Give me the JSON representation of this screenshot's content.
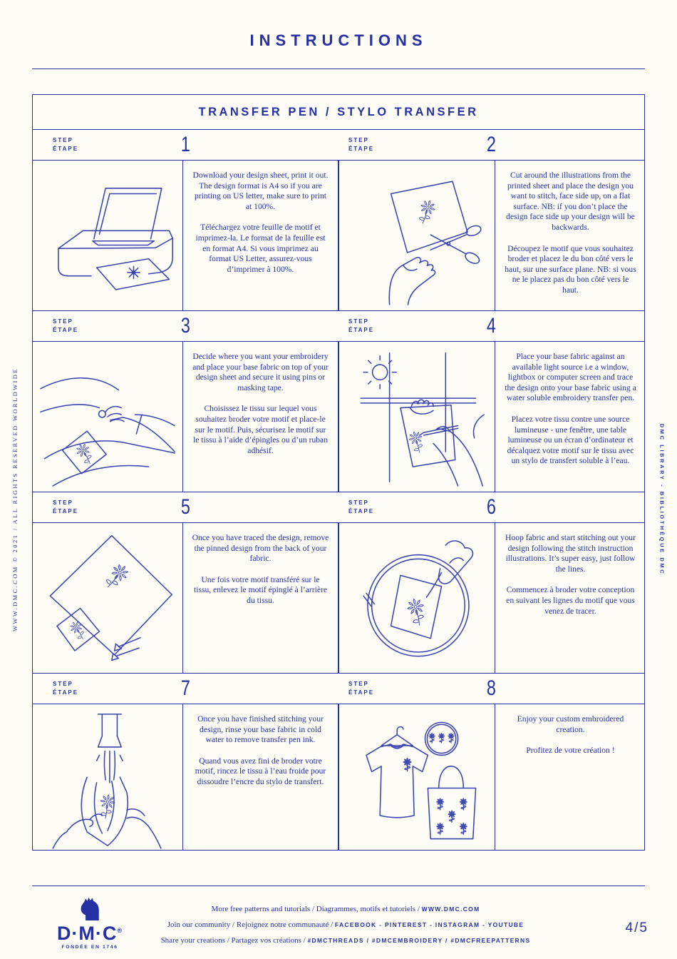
{
  "page": {
    "title": "INSTRUCTIONS",
    "ink_color": "#2630a2",
    "illustration_stroke_color": "#3a43ae",
    "background_color": "#fdfcf7"
  },
  "sidebar_left": {
    "text": "WWW.DMC.COM © 2021 / ALL RIGHTS RESERVED WORLDWIDE"
  },
  "sidebar_right": {
    "text": "DMC LIBRARY - BIBLIOTHÈQUE DMC"
  },
  "sheet": {
    "heading": "TRANSFER PEN / STYLO TRANSFER",
    "step_label_en": "STEP",
    "step_label_fr": "ÉTAPE",
    "steps": [
      {
        "number": "1",
        "illustration": "printer-icon",
        "en": "Download your design sheet, print it out. The design format is A4 so if you are printing on US letter, make sure to print at 100%.",
        "fr": "Téléchargez votre feuille de motif et imprimez-la. Le format de la feuille est en format A4. Si vous imprimez au format US Letter, assurez-vous d’imprimer à 100%."
      },
      {
        "number": "2",
        "illustration": "scissors-cutting-icon",
        "en": "Cut around the illustrations from the printed sheet and place the design you want to stitch, face side up, on a flat surface. NB: if you don’t place the design face side up your design will be backwards.",
        "fr": "Découpez le motif que vous souhaitez broder et placez le du bon côté vers le haut, sur une surface plane. NB: si vous ne le placez pas du bon côté vers le haut."
      },
      {
        "number": "3",
        "illustration": "pinning-fabric-icon",
        "en": "Decide where you want your embroidery and place your base fabric on top of your design sheet and secure it using pins or masking tape.",
        "fr": "Choisissez le tissu sur lequel vous souhaitez broder votre motif et place-le sur le motif. Puis, sécurisez le motif sur le tissu à l’aide d’épingles ou d’un ruban adhésif."
      },
      {
        "number": "4",
        "illustration": "window-tracing-icon",
        "en": "Place your base fabric against an available light source i.e a window, lightbox or computer screen and trace the design onto your base fabric using a water soluble embroidery transfer pen.",
        "fr": "Placez votre tissu contre une source lumineuse - une fenêtre, une table lumineuse ou un écran d’ordinateur et décalquez votre motif sur le tissu avec un stylo de transfert soluble à l’eau."
      },
      {
        "number": "5",
        "illustration": "remove-pinned-design-icon",
        "en": "Once you have traced the design, remove the pinned design from the back of your fabric.",
        "fr": "Une fois votre motif transféré sur le tissu, enlevez le motif épinglé à l’arrière du tissu."
      },
      {
        "number": "6",
        "illustration": "embroidery-hoop-icon",
        "en": "Hoop fabric and start stitching out your design following the stitch instruction illustrations. It’s super easy, just follow the lines.",
        "fr": "Commencez à broder votre conception en suivant les lignes du motif que vous venez de tracer."
      },
      {
        "number": "7",
        "illustration": "rinse-fabric-icon",
        "en": "Once you have finished stitching your design, rinse your base fabric in cold water to remove transfer pen ink.",
        "fr": "Quand vous avez fini de broder votre motif, rincez le tissu à l’eau froide pour dissoudre l’encre du stylo de transfert."
      },
      {
        "number": "8",
        "illustration": "finished-items-icon",
        "en": "Enjoy your custom embroidered creation.",
        "fr": "Profitez de votre création !"
      }
    ]
  },
  "footer": {
    "logo": {
      "brand": "D·M·C",
      "registered": "®",
      "tagline": "FONDÉE EN 1746"
    },
    "lines": [
      {
        "serif": "More free patterns and tutorials  /  Diagrammes, motifs et tutoriels  /",
        "caps": "WWW.DMC.COM"
      },
      {
        "serif": "Join our community  /  Rejoignez notre communauté  /",
        "caps": "FACEBOOK - PINTEREST - INSTAGRAM - YOUTUBE"
      },
      {
        "serif": "Share your creations  /  Partagez vos créations  /",
        "caps": "#DMCTHREADS  /  #DMCEMBROIDERY  /  #DMCFREEPATTERNS"
      }
    ],
    "page_number": "4/5"
  }
}
